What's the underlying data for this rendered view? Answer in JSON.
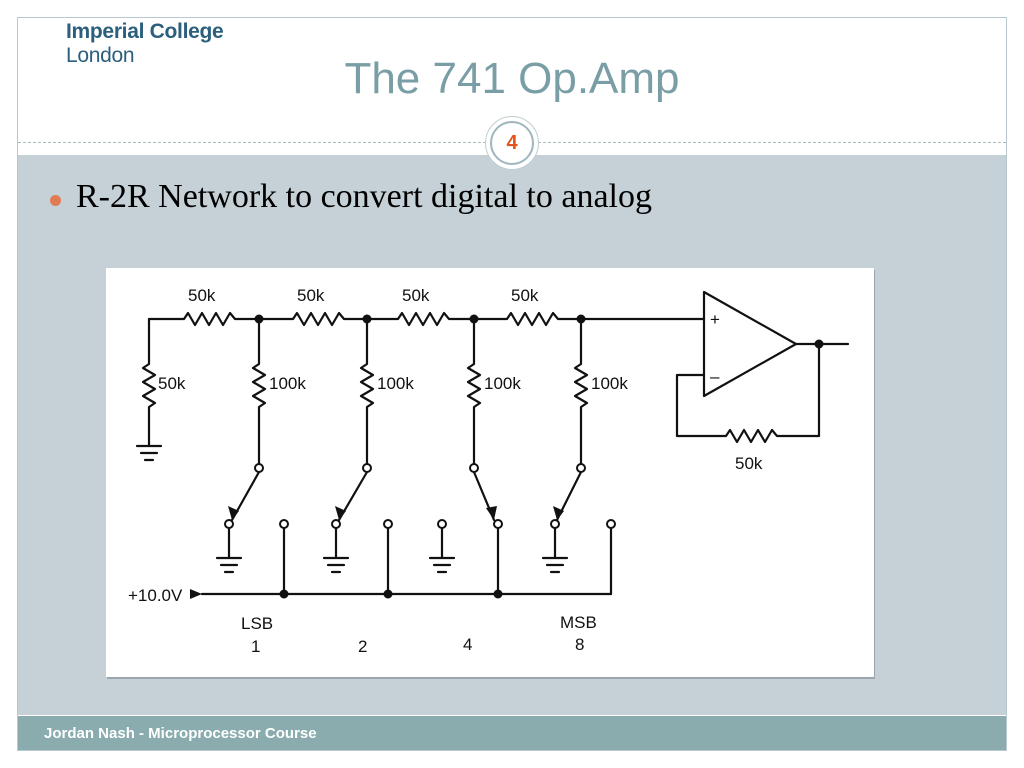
{
  "header": {
    "logo": {
      "line1": "Imperial College",
      "line2": "London"
    },
    "title": "The 741 Op.Amp",
    "slide_number": "4"
  },
  "body": {
    "bullet": "R-2R Network to convert digital to analog"
  },
  "diagram": {
    "series_resistors": [
      "50k",
      "50k",
      "50k",
      "50k"
    ],
    "shunt_resistor": "50k",
    "branch_resistors": [
      "100k",
      "100k",
      "100k",
      "100k"
    ],
    "feedback_resistor": "50k",
    "opamp_plus": "+",
    "opamp_minus": "–",
    "supply": "+10.0V",
    "lsb_label": "LSB",
    "msb_label": "MSB",
    "bit_weights": [
      "1",
      "2",
      "4",
      "8"
    ]
  },
  "footer": {
    "text": "Jordan Nash - Microprocessor Course"
  }
}
